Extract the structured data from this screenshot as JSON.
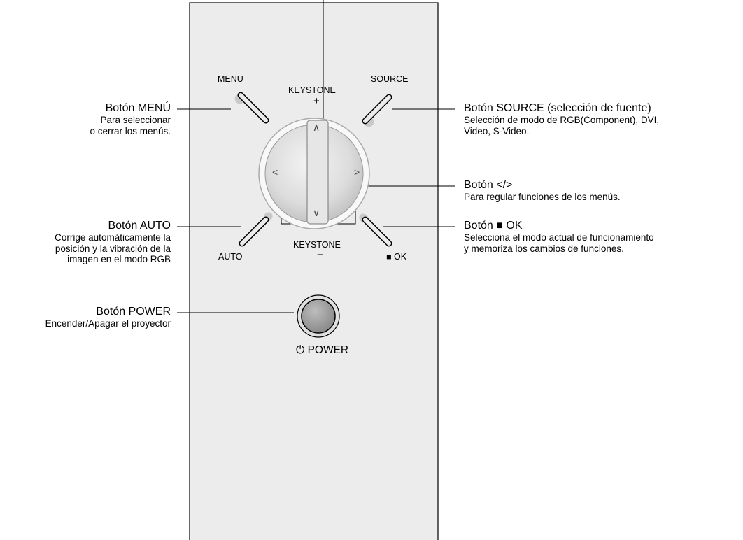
{
  "panel": {
    "menu_label": "MENU",
    "source_label": "SOURCE",
    "keystone_top": "KEYSTONE",
    "keystone_plus": "+",
    "auto_label": "AUTO",
    "keystone_bottom": "KEYSTONE",
    "keystone_minus": "−",
    "ok_label": "■ OK",
    "power_label": "⏻ POWER",
    "dial_up": "∧",
    "dial_down": "∨",
    "dial_left": "<",
    "dial_right": ">"
  },
  "callouts": {
    "menu": {
      "title": "Botón MENÚ",
      "desc_1": "Para seleccionar",
      "desc_2": "o cerrar los menús."
    },
    "auto": {
      "title": "Botón AUTO",
      "desc_1": "Corrige automáticamente la",
      "desc_2": "posición y la vibración de la",
      "desc_3": "imagen en el modo RGB"
    },
    "power": {
      "title": "Botón POWER",
      "desc_1": "Encender/Apagar el proyector"
    },
    "source": {
      "title": "Botón SOURCE (selección de fuente)",
      "desc_1": "Selección de modo de  RGB(Component), DVI,",
      "desc_2": "Video, S-Video."
    },
    "arrows": {
      "title": "Botón  </>",
      "desc_1": "Para regular funciones de los menús."
    },
    "ok": {
      "title": "Botón ■ OK",
      "desc_1": "Selecciona el modo actual de funcionamiento",
      "desc_2": "y memoriza los cambios de funciones."
    }
  }
}
